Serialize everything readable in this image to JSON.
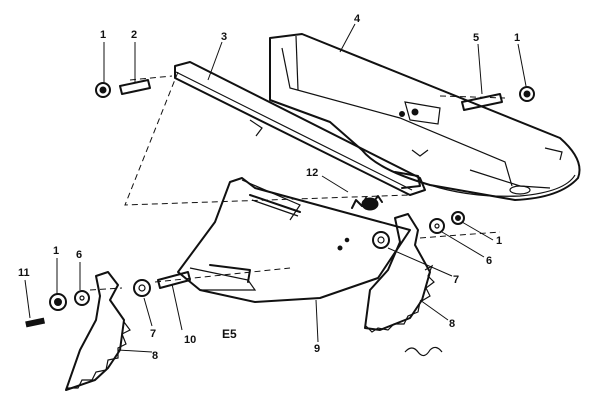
{
  "callouts": {
    "c1a": "1",
    "c2": "2",
    "c3": "3",
    "c4": "4",
    "c5": "5",
    "c1b": "1",
    "c12": "12",
    "c1c": "1",
    "c6a": "6",
    "c7a": "7",
    "c8a": "8",
    "c11": "11",
    "c1d": "1",
    "c6b": "6",
    "c7b": "7",
    "c10": "10",
    "c9": "9",
    "c8b": "8"
  },
  "diagram_code": "E5"
}
